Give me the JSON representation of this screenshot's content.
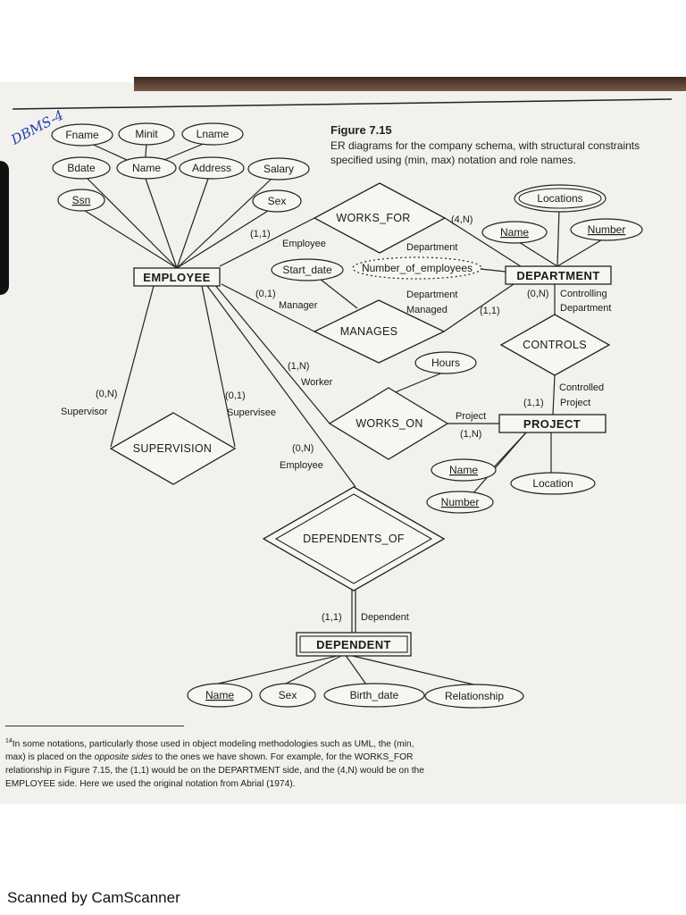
{
  "handwritten_note": "DBMS-4",
  "figure": {
    "title": "Figure 7.15",
    "caption": "ER diagrams for the company schema, with structural constraints specified using (min, max) notation and role names."
  },
  "entities": {
    "employee": "EMPLOYEE",
    "department": "DEPARTMENT",
    "project": "PROJECT",
    "dependent": "DEPENDENT"
  },
  "relationships": {
    "works_for": "WORKS_FOR",
    "manages": "MANAGES",
    "works_on": "WORKS_ON",
    "controls": "CONTROLS",
    "supervision": "SUPERVISION",
    "dependents_of": "DEPENDENTS_OF"
  },
  "attributes": {
    "employee": {
      "fname": "Fname",
      "minit": "Minit",
      "lname": "Lname",
      "bdate": "Bdate",
      "name": "Name",
      "address": "Address",
      "salary": "Salary",
      "ssn": "Ssn",
      "sex": "Sex"
    },
    "department": {
      "locations": "Locations",
      "name": "Name",
      "number": "Number",
      "number_of_employees": "Number_of_employees"
    },
    "manages": {
      "start_date": "Start_date"
    },
    "works_on": {
      "hours": "Hours"
    },
    "project": {
      "name": "Name",
      "number": "Number",
      "location": "Location"
    },
    "dependent": {
      "name": "Name",
      "sex": "Sex",
      "birth_date": "Birth_date",
      "relationship": "Relationship"
    }
  },
  "constraints": {
    "works_for_employee": {
      "card": "(1,1)",
      "role": "Employee"
    },
    "works_for_department": {
      "card": "(4,N)",
      "role": "Department"
    },
    "manages_employee": {
      "card": "(0,1)",
      "role": "Manager"
    },
    "manages_department": {
      "card": "(1,1)",
      "role1": "Department",
      "role2": "Managed"
    },
    "works_on_employee": {
      "card": "(1,N)",
      "role": "Worker"
    },
    "works_on_project": {
      "card": "(1,N)",
      "role": "Project"
    },
    "controls_department": {
      "card": "(0,N)",
      "role1": "Controlling",
      "role2": "Department"
    },
    "controls_project": {
      "card": "(1,1)",
      "role1": "Controlled",
      "role2": "Project"
    },
    "supervision_supervisor": {
      "card": "(0,N)",
      "role": "Supervisor"
    },
    "supervision_supervisee": {
      "card": "(0,1)",
      "role": "Supervisee"
    },
    "dependents_of_employee": {
      "card": "(0,N)",
      "role": "Employee"
    },
    "dependents_of_dependent": {
      "card": "(1,1)",
      "role": "Dependent"
    }
  },
  "footnote": {
    "marker": "14",
    "line1": "In some notations, particularly those used in object modeling methodologies such as UML, the (min,",
    "line2a": "max) is placed on the ",
    "line2_em": "opposite sides",
    "line2b": " to the ones we have shown. For example, for the WORKS_FOR",
    "line3": "relationship in Figure 7.15, the (1,1) would be on the DEPARTMENT side, and the (4,N) would be on the",
    "line4": "EMPLOYEE side. Here we used the original notation from Abrial (1974)."
  },
  "watermark": "Scanned by CamScanner"
}
